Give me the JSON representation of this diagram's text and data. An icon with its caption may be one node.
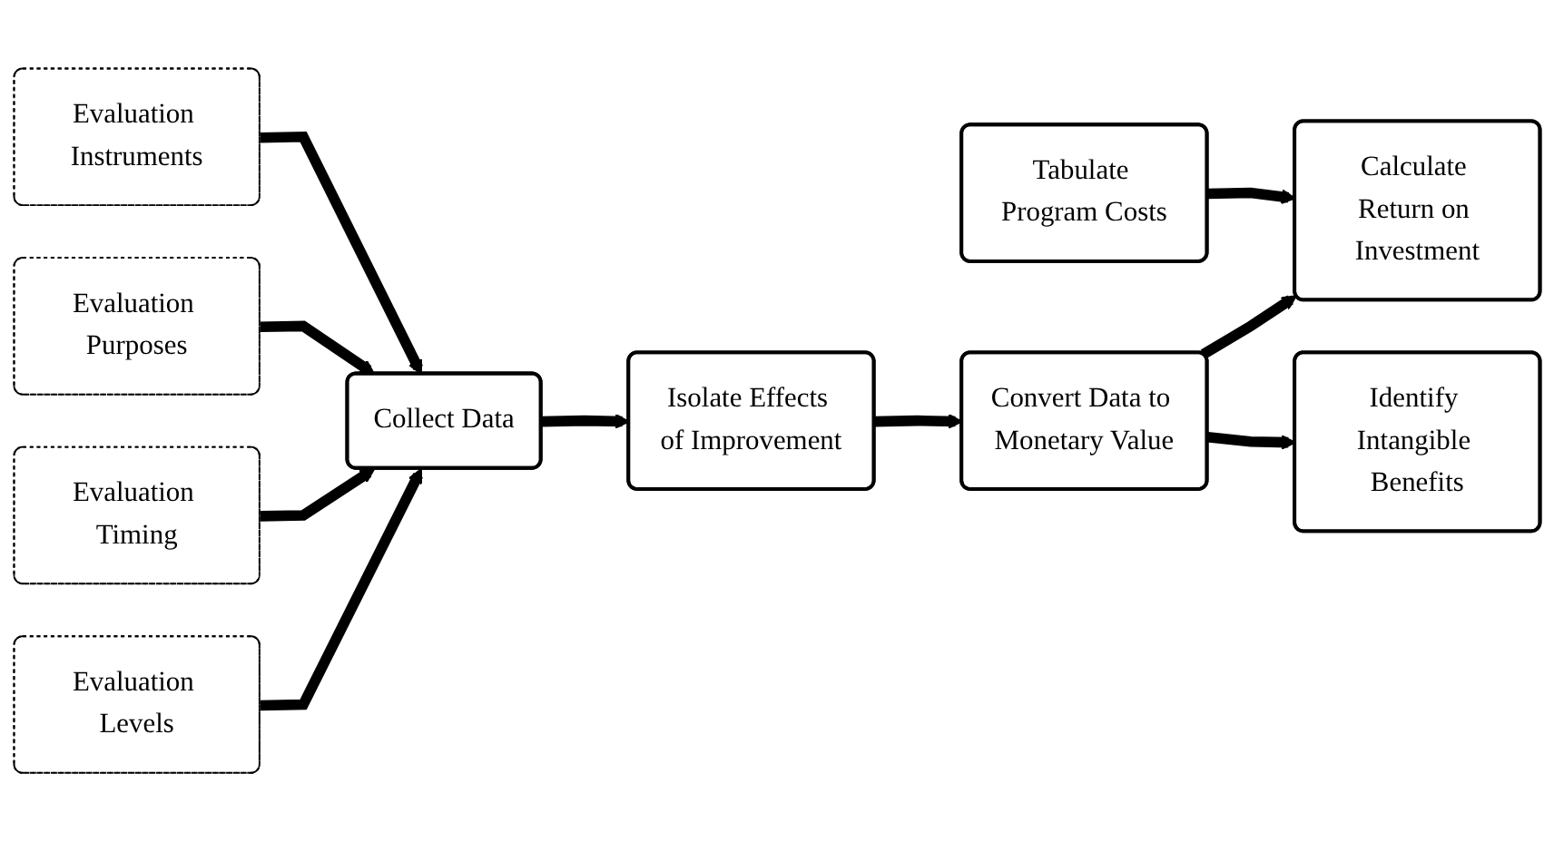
{
  "diagram": {
    "nodes": [
      {
        "text": [
          "Evaluation Instruments"
        ]
      },
      {
        "text": [
          "Evaluation Purposes"
        ]
      },
      {
        "text": [
          "Tabulate Program Costs"
        ]
      },
      {
        "text": [
          "Collect Data"
        ]
      },
      {
        "text": [
          "Isolate Effects of Improvement"
        ]
      },
      {
        "text": [
          "Convert Data to Monetary Value"
        ]
      },
      {
        "text": [
          "Calculate Return on Investment"
        ]
      },
      {
        "text": [
          "Evaluation Timing"
        ]
      },
      {
        "text": [
          "Evaluation Levels"
        ]
      },
      {
        "text": [
          "Identify Intangible Benefits"
        ]
      }
    ],
    "edges": [
      {
        "from": 0,
        "to": 3,
        "arrow": "to"
      },
      {
        "from": 1,
        "to": 3,
        "arrow": "to"
      },
      {
        "from": 7,
        "to": 3,
        "arrow": "to"
      },
      {
        "from": 8,
        "to": 3,
        "arrow": "to"
      },
      {
        "from": 3,
        "to": 4,
        "arrow": "to"
      },
      {
        "from": 4,
        "to": 5,
        "arrow": "to"
      },
      {
        "from": 5,
        "to": 6,
        "arrow": "to"
      },
      {
        "from": 2,
        "to": 6,
        "arrow": "to"
      },
      {
        "from": 5,
        "to": 9,
        "arrow": "to"
      }
    ]
  }
}
